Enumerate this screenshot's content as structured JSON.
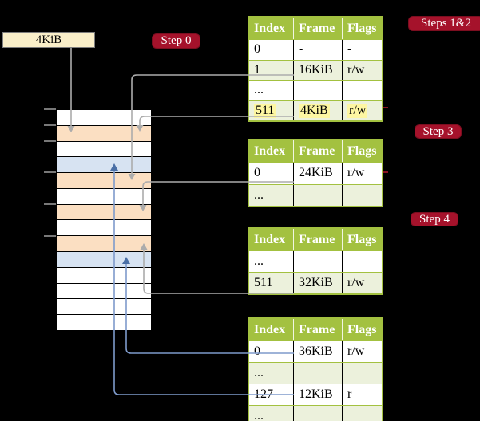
{
  "frame_box": {
    "label": "4KiB"
  },
  "badges": {
    "step0": "Step 0",
    "steps12": "Steps 1&2",
    "step3": "Step 3",
    "step4": "Step 4"
  },
  "memory": {
    "rows": [
      "white",
      "orange",
      "white",
      "blue",
      "orange",
      "white",
      "orange",
      "white",
      "orange",
      "blue",
      "white",
      "white",
      "white",
      "white"
    ],
    "ticks_y": [
      137,
      157,
      177,
      216,
      256,
      296
    ]
  },
  "tables": [
    {
      "headers": [
        "Index",
        "Frame",
        "Flags"
      ],
      "rows": [
        {
          "cells": [
            "0",
            "-",
            "-"
          ],
          "shaded": false,
          "highlight": false
        },
        {
          "cells": [
            "1",
            "16KiB",
            "r/w"
          ],
          "shaded": true,
          "highlight": false
        },
        {
          "cells": [
            "...",
            "",
            ""
          ],
          "shaded": false,
          "highlight": false
        },
        {
          "cells": [
            "511",
            "4KiB",
            "r/w"
          ],
          "shaded": true,
          "highlight": true
        }
      ]
    },
    {
      "headers": [
        "Index",
        "Frame",
        "Flags"
      ],
      "rows": [
        {
          "cells": [
            "0",
            "24KiB",
            "r/w"
          ],
          "shaded": false,
          "highlight": false
        },
        {
          "cells": [
            "...",
            "",
            ""
          ],
          "shaded": true,
          "highlight": false
        }
      ]
    },
    {
      "headers": [
        "Index",
        "Frame",
        "Flags"
      ],
      "rows": [
        {
          "cells": [
            "...",
            "",
            ""
          ],
          "shaded": false,
          "highlight": false
        },
        {
          "cells": [
            "511",
            "32KiB",
            "r/w"
          ],
          "shaded": true,
          "highlight": false
        }
      ]
    },
    {
      "headers": [
        "Index",
        "Frame",
        "Flags"
      ],
      "rows": [
        {
          "cells": [
            "0",
            "36KiB",
            "r/w"
          ],
          "shaded": false,
          "highlight": false
        },
        {
          "cells": [
            "...",
            "",
            ""
          ],
          "shaded": true,
          "highlight": false
        },
        {
          "cells": [
            "127",
            "12KiB",
            "r"
          ],
          "shaded": false,
          "highlight": false
        },
        {
          "cells": [
            "...",
            "",
            ""
          ],
          "shaded": true,
          "highlight": false
        }
      ]
    }
  ],
  "colors": {
    "background": "#000000",
    "badge_red": "#a5122b",
    "table_green": "#a3c140",
    "row_light_green": "#ecf1dc",
    "highlight_yellow": "#fdf6a2",
    "memory_orange": "#fbdfc2",
    "memory_blue": "#d7e3f2",
    "legend_cream": "#faefc9",
    "gray_connector": "#acacac",
    "blue_connector": "#7e9acb",
    "blue_arrowhead": "#4a6fa6"
  }
}
